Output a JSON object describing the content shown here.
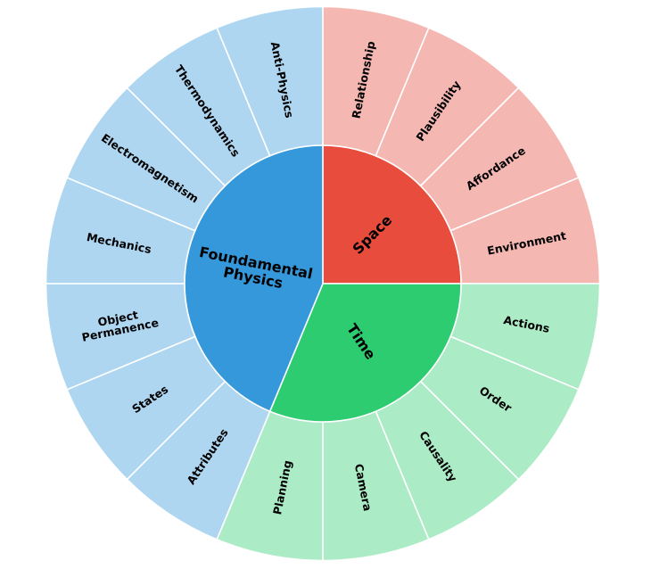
{
  "chart_data": {
    "type": "sunburst",
    "title": "",
    "start": "top",
    "direction": "clockwise",
    "categories": [
      {
        "name": "Space",
        "label_lines": [
          "Space"
        ],
        "color": "#e74c3c",
        "child_color": "#f5b7b1",
        "children": [
          {
            "name": "Relationship",
            "label_lines": [
              "Relationship"
            ],
            "value": 1
          },
          {
            "name": "Plausibility",
            "label_lines": [
              "Plausibility"
            ],
            "value": 1
          },
          {
            "name": "Affordance",
            "label_lines": [
              "Affordance"
            ],
            "value": 1
          },
          {
            "name": "Environment",
            "label_lines": [
              "Environment"
            ],
            "value": 1
          }
        ]
      },
      {
        "name": "Time",
        "label_lines": [
          "Time"
        ],
        "color": "#2ecc71",
        "child_color": "#abebc6",
        "children": [
          {
            "name": "Actions",
            "label_lines": [
              "Actions"
            ],
            "value": 1
          },
          {
            "name": "Order",
            "label_lines": [
              "Order"
            ],
            "value": 1
          },
          {
            "name": "Causality",
            "label_lines": [
              "Causality"
            ],
            "value": 1
          },
          {
            "name": "Camera",
            "label_lines": [
              "Camera"
            ],
            "value": 1
          },
          {
            "name": "Planning",
            "label_lines": [
              "Planning"
            ],
            "value": 1
          }
        ]
      },
      {
        "name": "Foundamental Physics",
        "label_lines": [
          "Foundamental",
          "Physics"
        ],
        "color": "#3498db",
        "child_color": "#aed6f1",
        "children": [
          {
            "name": "Attributes",
            "label_lines": [
              "Attributes"
            ],
            "value": 1
          },
          {
            "name": "States",
            "label_lines": [
              "States"
            ],
            "value": 1
          },
          {
            "name": "Object Permanence",
            "label_lines": [
              "Object",
              "Permanence"
            ],
            "value": 1
          },
          {
            "name": "Mechanics",
            "label_lines": [
              "Mechanics"
            ],
            "value": 1
          },
          {
            "name": "Electromagnetism",
            "label_lines": [
              "Electromagnetism"
            ],
            "value": 1
          },
          {
            "name": "Thermodynamics",
            "label_lines": [
              "Thermodynamics"
            ],
            "value": 1
          },
          {
            "name": "Anti-Physics",
            "label_lines": [
              "Anti-Physics"
            ],
            "value": 1
          }
        ]
      }
    ]
  }
}
